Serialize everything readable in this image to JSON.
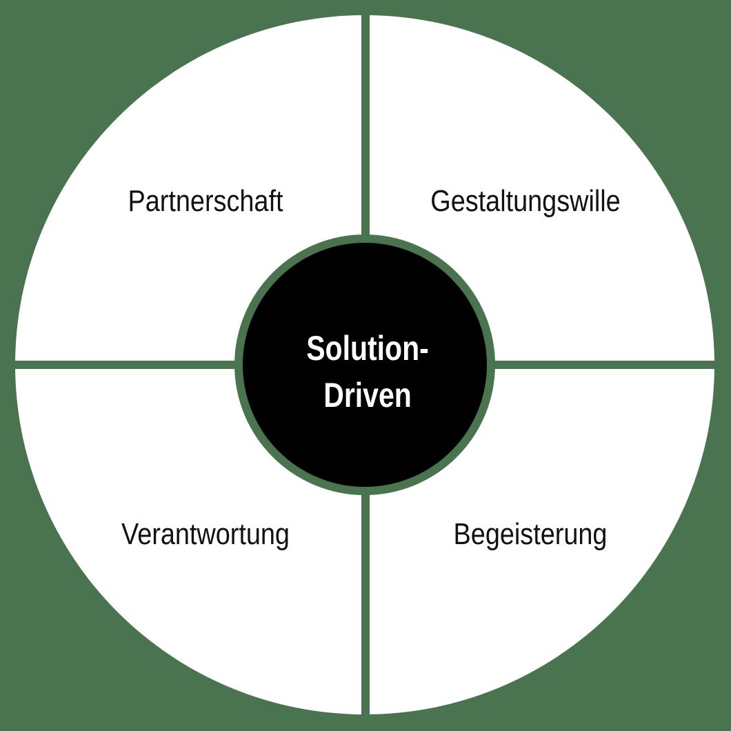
{
  "diagram": {
    "type": "quadrant-circle",
    "colors": {
      "background": "#4a734f",
      "quadrant_fill": "#ffffff",
      "center_fill": "#000000",
      "label_text": "#111111",
      "center_text": "#ffffff"
    },
    "center": {
      "line1": "Solution-",
      "line2": "Driven"
    },
    "quadrants": [
      {
        "position": "top-left",
        "label": "Partnerschaft"
      },
      {
        "position": "top-right",
        "label": "Gestaltungswille"
      },
      {
        "position": "bottom-left",
        "label": "Verantwortung"
      },
      {
        "position": "bottom-right",
        "label": "Begeisterung"
      }
    ]
  }
}
